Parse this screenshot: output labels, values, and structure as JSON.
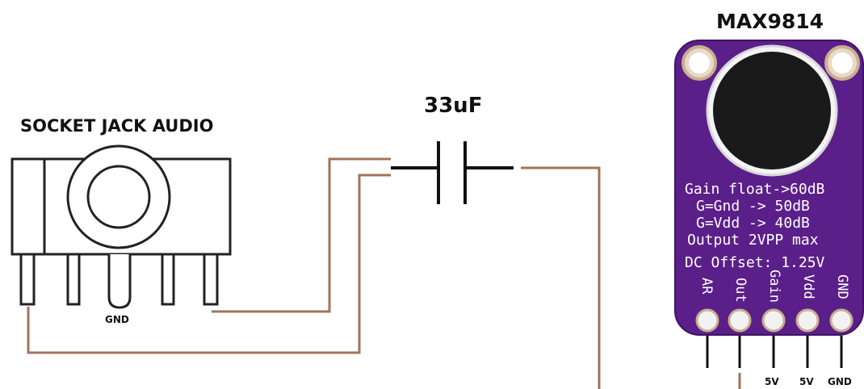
{
  "jack": {
    "title": "SOCKET JACK AUDIO",
    "gnd_label": "GND"
  },
  "capacitor": {
    "label": "33uF"
  },
  "module": {
    "title": "MAX9814",
    "board_lines": [
      "Gain float->60dB",
      "G=Gnd -> 50dB",
      "G=Vdd -> 40dB",
      "Output 2VPP max",
      "DC Offset: 1.25V"
    ],
    "pin_labels": [
      "AR",
      "Out",
      "Gain",
      "Vdd",
      "GND"
    ],
    "pin_connections": [
      "",
      "",
      "5V",
      "5V",
      "GND"
    ]
  },
  "colors": {
    "wire": "#a0745a",
    "board": "#5b1f8a",
    "board_edge": "#3e1366"
  }
}
